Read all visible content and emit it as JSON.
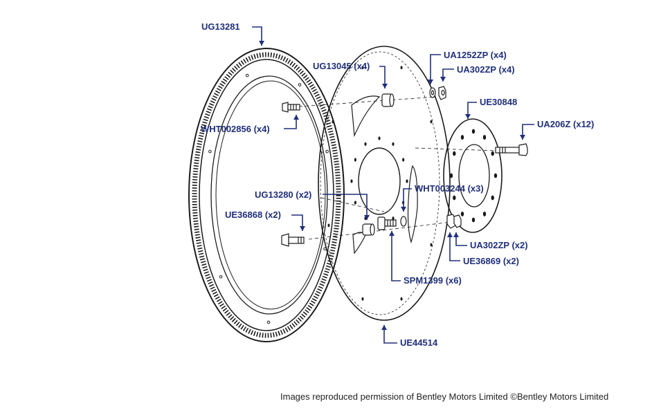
{
  "colors": {
    "label": "#1f2f7a",
    "leader": "#1f2f7a",
    "drawing": "#1a1a1a"
  },
  "labels": {
    "ring_gear": "UG13281",
    "spacer": "UG13045 (x4)",
    "washer_top": "UA1252ZP (x4)",
    "nut_top": "UA302ZP (x4)",
    "clamp_plate": "UE30848",
    "flange_bolt": "UA206Z (x12)",
    "ring_bolt": "WHT002856 (x4)",
    "dowel": "UG13280 (x2)",
    "washer_mid": "WHT003244 (x3)",
    "balance_bolt": "UE36868 (x2)",
    "nut_bottom": "UA302ZP (x2)",
    "nut_plate": "UE36869 (x2)",
    "pin": "SPM1399 (x6)",
    "drive_plate": "UE44514"
  },
  "credit": "Images reproduced permission of Bentley Motors Limited ©Bentley Motors Limited"
}
